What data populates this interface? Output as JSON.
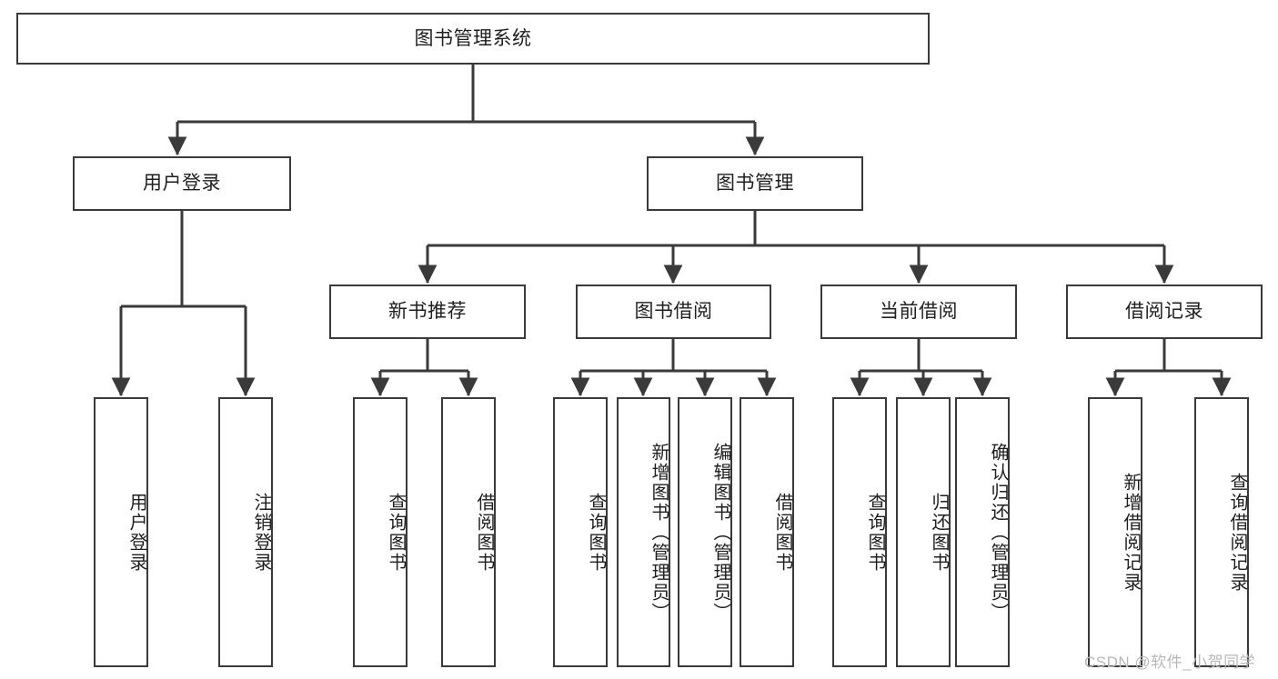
{
  "diagram": {
    "title": "图书管理系统",
    "type": "tree",
    "watermark": "CSDN @软件_小贺同学",
    "colors": {
      "box_border": "#3a3a3a",
      "box_fill": "#ffffff",
      "edge": "#3a3a3a",
      "text": "#1f1f1f",
      "watermark": "#b8b8b8",
      "background": "#ffffff"
    },
    "levels": {
      "root": {
        "label": "图书管理系统"
      },
      "level2": [
        {
          "id": "user-login",
          "label": "用户登录"
        },
        {
          "id": "book-management",
          "label": "图书管理"
        }
      ],
      "level3": [
        {
          "id": "new-book-recommend",
          "label": "新书推荐",
          "parent": "book-management"
        },
        {
          "id": "book-borrow",
          "label": "图书借阅",
          "parent": "book-management"
        },
        {
          "id": "current-borrow",
          "label": "当前借阅",
          "parent": "book-management"
        },
        {
          "id": "borrow-record",
          "label": "借阅记录",
          "parent": "book-management"
        }
      ],
      "leaves": {
        "user_login": [
          {
            "id": "leaf-user-login",
            "label": "用户登录"
          },
          {
            "id": "leaf-logout-login",
            "label": "注销登录"
          }
        ],
        "new_book_recommend": [
          {
            "id": "leaf-query-book-1",
            "label": "查询图书"
          },
          {
            "id": "leaf-borrow-book-1",
            "label": "借阅图书"
          }
        ],
        "book_borrow": [
          {
            "id": "leaf-query-book-2",
            "label": "查询图书"
          },
          {
            "id": "leaf-add-book",
            "label": "新增图书（管理员）"
          },
          {
            "id": "leaf-edit-book",
            "label": "编辑图书（管理员）"
          },
          {
            "id": "leaf-borrow-book-2",
            "label": "借阅图书"
          }
        ],
        "current_borrow": [
          {
            "id": "leaf-query-book-3",
            "label": "查询图书"
          },
          {
            "id": "leaf-return-book",
            "label": "归还图书"
          },
          {
            "id": "leaf-confirm-return",
            "label": "确认归还（管理员）"
          }
        ],
        "borrow_record": [
          {
            "id": "leaf-add-record",
            "label": "新增借阅记录"
          },
          {
            "id": "leaf-query-record",
            "label": "查询借阅记录"
          }
        ]
      }
    }
  }
}
